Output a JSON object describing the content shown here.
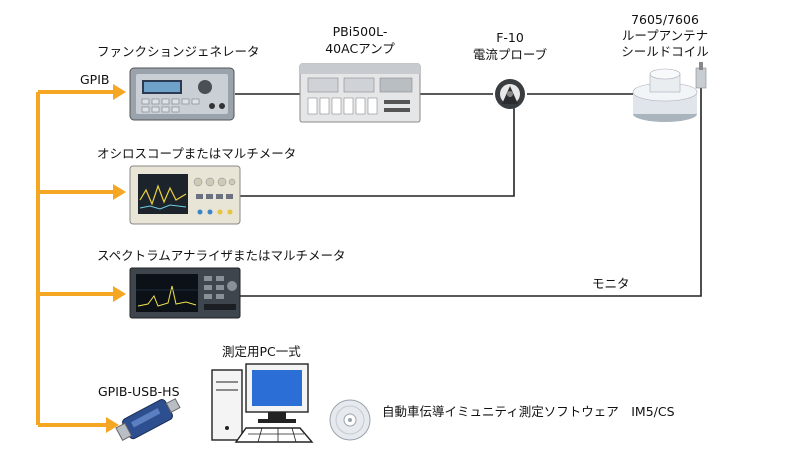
{
  "diagram": {
    "bus_label": "GPIB",
    "function_generator_label": "ファンクションジェネレータ",
    "amplifier_label_line1": "PBi500L-",
    "amplifier_label_line2": "40ACアンプ",
    "probe_label_line1": "F-10",
    "probe_label_line2": "電流プローブ",
    "antenna_label_line1": "7605/7606",
    "antenna_label_line2": "ループアンテナ",
    "antenna_label_line3": "シールドコイル",
    "oscilloscope_label": "オシロスコープまたはマルチメータ",
    "spectrum_label": "スペクトラムアナライザまたはマルチメータ",
    "monitor_label": "モニタ",
    "pc_label": "測定用PC一式",
    "adapter_label": "GPIB-USB-HS",
    "software_label": "自動車伝導イミュニティ測定ソフトウェア　IM5/CS",
    "colors": {
      "bus": "#f5a623",
      "wire": "#222222"
    }
  }
}
